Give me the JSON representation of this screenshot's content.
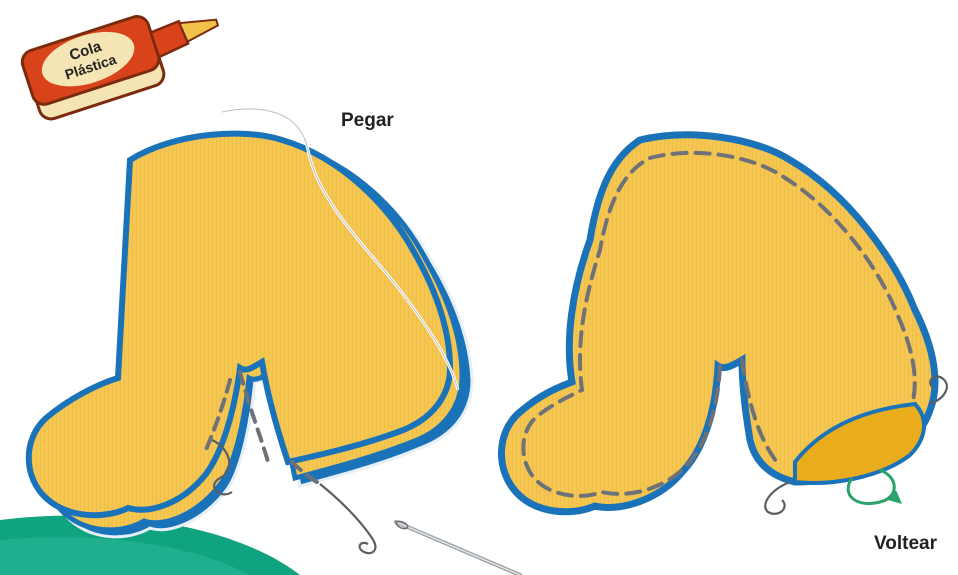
{
  "labels": {
    "glue": "Pegar",
    "flip": "Voltear"
  },
  "glue_bottle": {
    "line1": "Cola",
    "line2": "Plástica"
  },
  "colors": {
    "fabric": "#f6c653",
    "fabric_texture": "#e9b53c",
    "outline_blue": "#1a73b8",
    "outline_light": "#e6eef6",
    "stitch": "#6e7177",
    "bottle_red": "#d8431c",
    "bottle_cream": "#f5e5b4",
    "arrow_green": "#29a36a",
    "teal": "#0fa37f",
    "inner_fold": "#e8ac1c"
  }
}
